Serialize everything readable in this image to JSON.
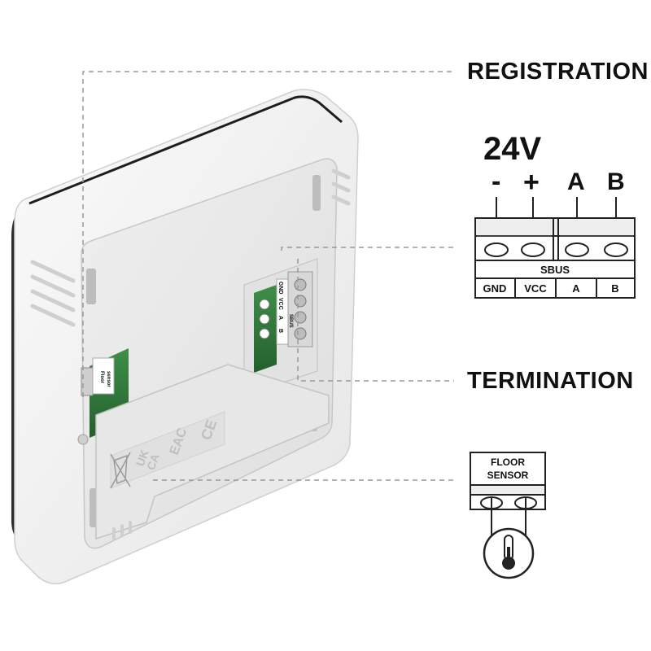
{
  "callouts": {
    "registration": "REGISTRATION",
    "termination": "TERMINATION"
  },
  "terminal_block": {
    "voltage": "24V",
    "polarity_minus": "-",
    "polarity_plus": "+",
    "label_a": "A",
    "label_b": "B",
    "bus_name": "SBUS",
    "pins": [
      "GND",
      "VCC",
      "A",
      "B"
    ]
  },
  "floor_sensor": {
    "line1": "FLOOR",
    "line2": "SENSOR"
  },
  "device": {
    "pcb_pins": [
      "GND",
      "VCC",
      "A",
      "B"
    ],
    "pcb_bus": "SBUS",
    "floor_label_1": "Floor",
    "floor_label_2": "sensor",
    "marks": [
      "UK",
      "CA",
      "EAC",
      "CE"
    ]
  },
  "icons": {
    "thermometer": "thermometer-icon",
    "recycle_bin": "crossed-bin-icon"
  },
  "colors": {
    "text": "#111111",
    "leader": "#999999",
    "case": "#f6f6f6",
    "back_plate": "#ebebeb",
    "pcb": "#2f7a3a"
  }
}
